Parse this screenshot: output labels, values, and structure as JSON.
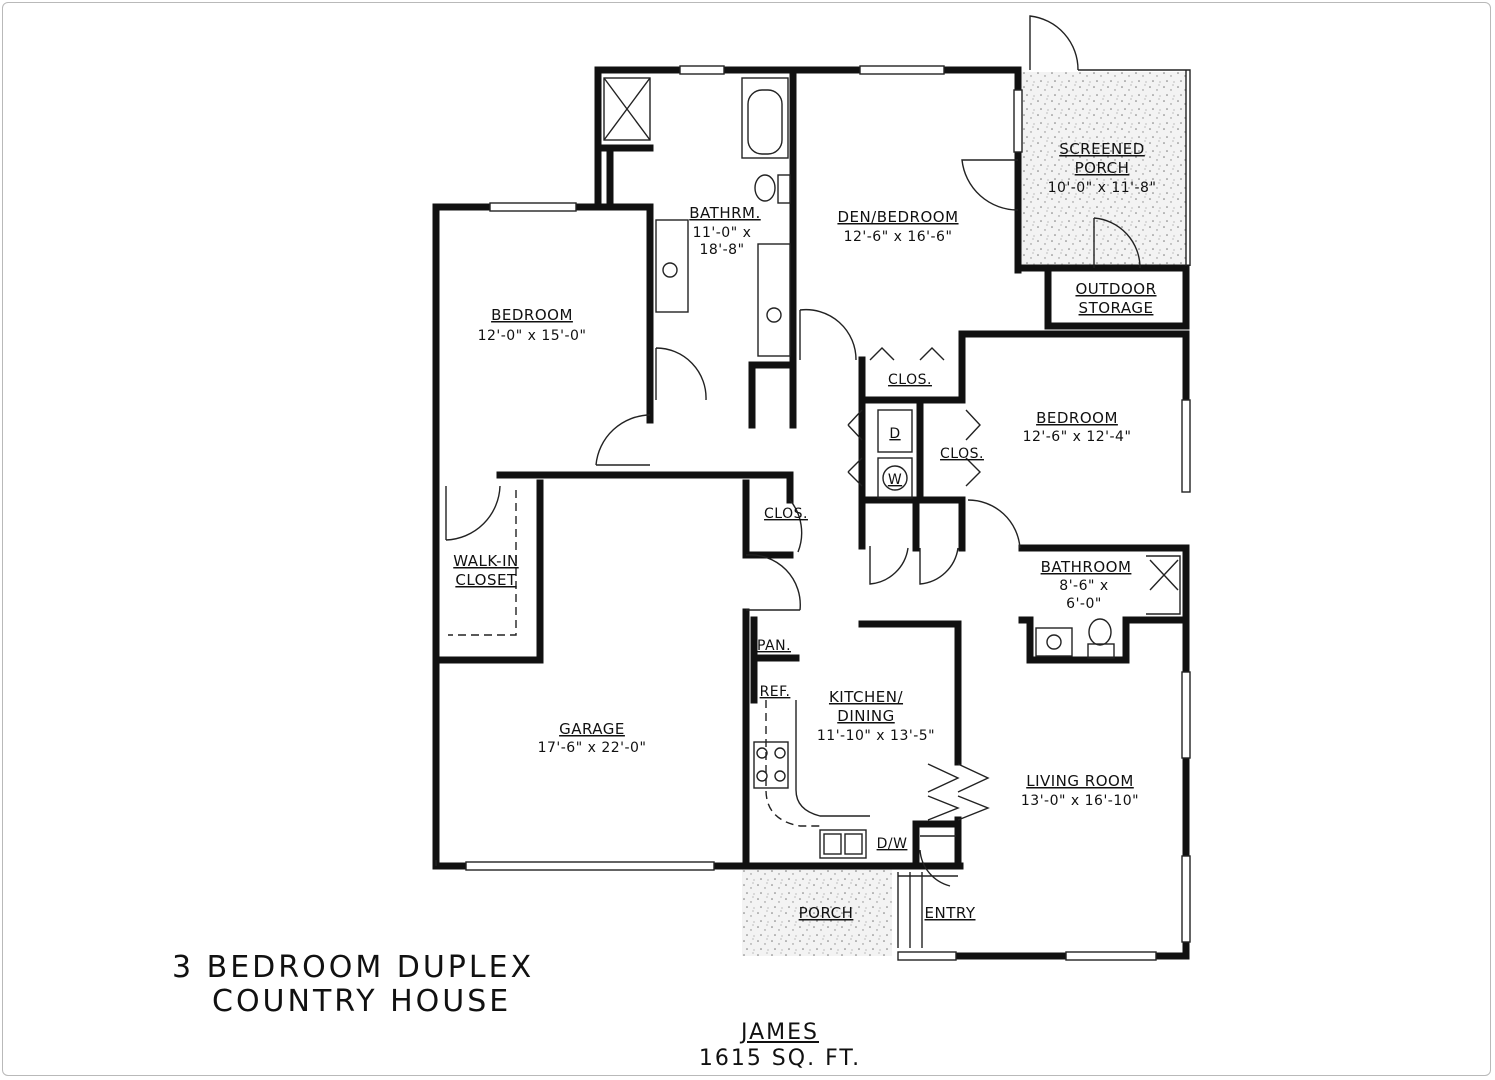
{
  "plan": {
    "title_line1": "3 BEDROOM DUPLEX",
    "title_line2": "COUNTRY HOUSE",
    "model_name": "JAMES",
    "square_feet": "1615 SQ. FT."
  },
  "rooms": {
    "screened_porch": {
      "name1": "SCREENED",
      "name2": "PORCH",
      "dim": "10'-0\" x 11'-8\""
    },
    "bathrm": {
      "name": "BATHRM.",
      "dim1": "11'-0\" x",
      "dim2": "18'-8\""
    },
    "den_bedroom": {
      "name": "DEN/BEDROOM",
      "dim": "12'-6\" x 16'-6\""
    },
    "outdoor_storage": {
      "name1": "OUTDOOR",
      "name2": "STORAGE"
    },
    "bedroom_left": {
      "name": "BEDROOM",
      "dim": "12'-0\" x 15'-0\""
    },
    "bedroom_right": {
      "name": "BEDROOM",
      "dim": "12'-6\" x 12'-4\""
    },
    "clos_top": {
      "name": "CLOS."
    },
    "clos_mid": {
      "name": "CLOS."
    },
    "clos_left": {
      "name": "CLOS."
    },
    "washer": {
      "name": "W"
    },
    "dryer": {
      "name": "D"
    },
    "walk_in_closet": {
      "name1": "WALK-IN",
      "name2": "CLOSET"
    },
    "bathroom": {
      "name": "BATHROOM",
      "dim1": "8'-6\" x",
      "dim2": "6'-0\""
    },
    "pantry": {
      "name": "PAN."
    },
    "refrigerator": {
      "name": "REF."
    },
    "kitchen": {
      "name1": "KITCHEN/",
      "name2": "DINING",
      "dim": "11'-10\" x 13'-5\""
    },
    "garage": {
      "name": "GARAGE",
      "dim": "17'-6\" x 22'-0\""
    },
    "living_room": {
      "name": "LIVING ROOM",
      "dim": "13'-0\" x 16'-10\""
    },
    "dishwasher": {
      "name": "D/W"
    },
    "porch": {
      "name": "PORCH"
    },
    "entry": {
      "name": "ENTRY"
    }
  },
  "colors": {
    "wall": "#111111",
    "porch_fill": "#e9e9e9",
    "frame": "#b9b9b9"
  }
}
